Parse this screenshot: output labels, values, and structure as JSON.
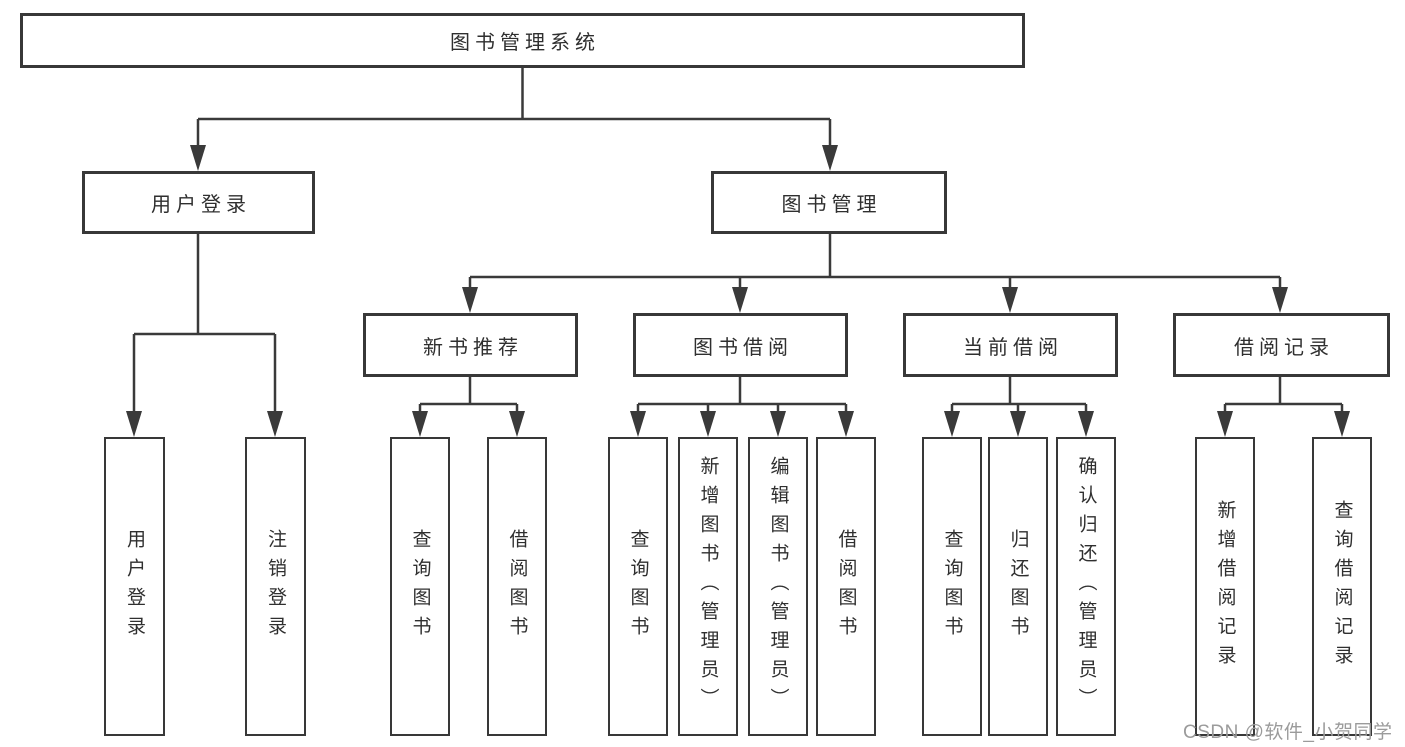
{
  "diagram": {
    "root": "图书管理系统",
    "level2": [
      {
        "id": "user-login",
        "label": "用户登录"
      },
      {
        "id": "book-management",
        "label": "图书管理"
      }
    ],
    "level3": [
      {
        "id": "new-book-recommend",
        "label": "新书推荐"
      },
      {
        "id": "book-borrow",
        "label": "图书借阅"
      },
      {
        "id": "current-borrow",
        "label": "当前借阅"
      },
      {
        "id": "borrow-records",
        "label": "借阅记录"
      }
    ],
    "leaves": {
      "user_login": [
        "用户登录",
        "注销登录"
      ],
      "new_book_recommend": [
        "查询图书",
        "借阅图书"
      ],
      "book_borrow": [
        "查询图书",
        "新增图书（管理员）",
        "编辑图书（管理员）",
        "借阅图书"
      ],
      "current_borrow": [
        "查询图书",
        "归还图书",
        "确认归还（管理员）"
      ],
      "borrow_records": [
        "新增借阅记录",
        "查询借阅记录"
      ]
    },
    "watermark": "CSDN @软件_小贺同学"
  },
  "colors": {
    "line": "#3a3a3a",
    "box_border": "#383838",
    "text": "#2f2f2f",
    "watermark": "#9b9b9b",
    "background": "#ffffff"
  }
}
